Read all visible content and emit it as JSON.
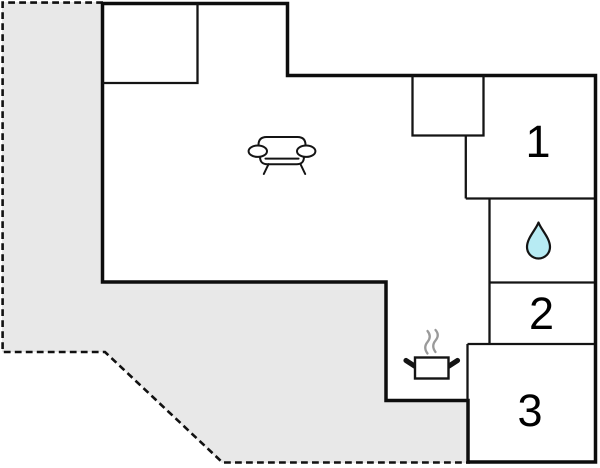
{
  "floor_plan": {
    "name": "holiday-home-floor-plan",
    "room_labels": {
      "room1": "1",
      "room2": "2",
      "room3": "3"
    },
    "icons": {
      "living_room": "sofa-icon",
      "bathroom": "water-drop-icon",
      "kitchen": "cooking-pot-icon",
      "kitchen_steam": "steam-icon"
    },
    "colors": {
      "background": "#ffffff",
      "wall": "#0d0d0d",
      "interior_wall": "#141414",
      "terrace_fill": "#e8e8e8",
      "terrace_border": "#111111",
      "water_drop_fill": "#b7ebf3",
      "icon_outline": "#141414",
      "steam": "#9a9a9a",
      "label": "#000000"
    }
  }
}
